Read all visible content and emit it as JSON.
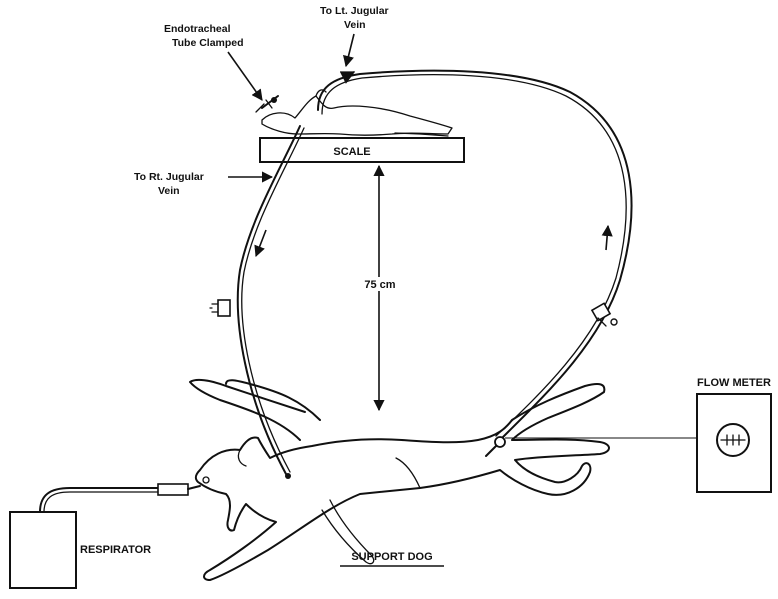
{
  "labels": {
    "endotracheal": "Endotracheal\nTube Clamped",
    "left_jugular": "To Lt. Jugular\nVein",
    "right_jugular": "To Rt. Jugular\nVein",
    "scale": "SCALE",
    "height": "75 cm",
    "flow_meter": "FLOW METER",
    "respirator": "RESPIRATOR",
    "support_dog": "SUPPORT DOG"
  }
}
